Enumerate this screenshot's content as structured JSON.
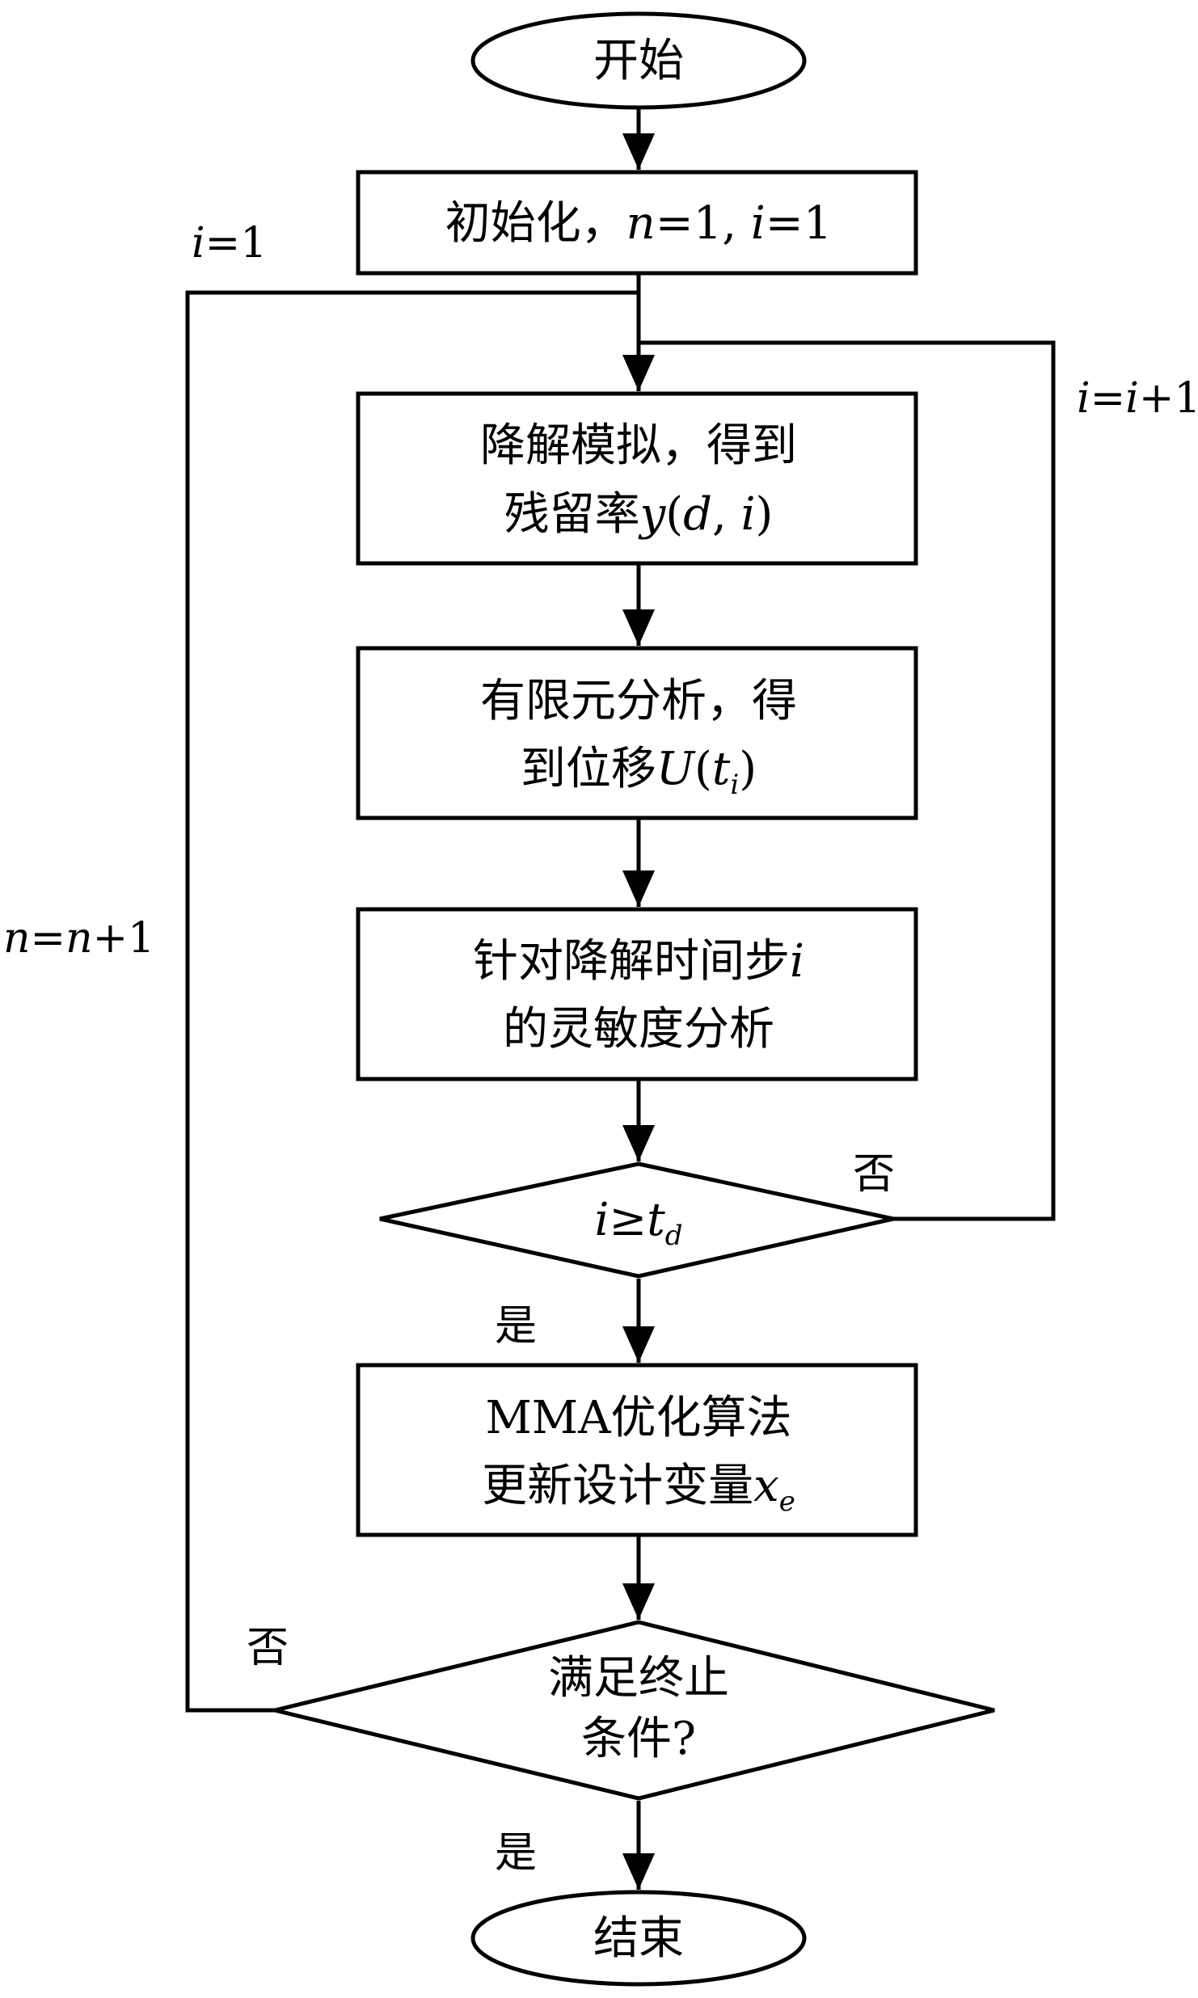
{
  "nodes": {
    "start": {
      "label": "开始"
    },
    "init": {
      "label": "初始化，",
      "n_var": "n",
      "n_val": "=1,",
      "i_var": "i",
      "i_val": "=1"
    },
    "degradation": {
      "line1": "降解模拟，得到",
      "line2": "残留率",
      "y_var": "y",
      "args_open": "(",
      "d_var": "d",
      "comma": ",",
      "i_var": "i",
      "args_close": ")"
    },
    "fea": {
      "line1": "有限元分析，得",
      "line2": "到位移",
      "U_var": "U",
      "paren_open": "(",
      "t_var": "t",
      "t_sub": "i",
      "paren_close": ")"
    },
    "sensitivity": {
      "line1": "针对降解时间步",
      "line1_var": "i",
      "line2": "的灵敏度分析"
    },
    "decision_time": {
      "i_var": "i",
      "ge": "≥",
      "t_var": "t",
      "t_sub": "d"
    },
    "mma": {
      "line1": "MMA优化算法",
      "line2": "更新设计变量",
      "x_var": "x",
      "x_sub": "e"
    },
    "decision_stop": {
      "line1": "满足终止",
      "line2": "条件?"
    },
    "end": {
      "label": "结束"
    }
  },
  "edge_labels": {
    "i_reset": {
      "var": "i",
      "text": "=1"
    },
    "i_increment": {
      "var1": "i",
      "eq": "=",
      "var2": "i",
      "text": "+1"
    },
    "n_increment": {
      "var1": "n",
      "eq": "=",
      "var2": "n",
      "text": "+1"
    },
    "time_no": "否",
    "time_yes": "是",
    "stop_no": "否",
    "stop_yes": "是"
  },
  "colors": {
    "stroke": "#000000",
    "fill": "#ffffff",
    "text": "#000000"
  }
}
